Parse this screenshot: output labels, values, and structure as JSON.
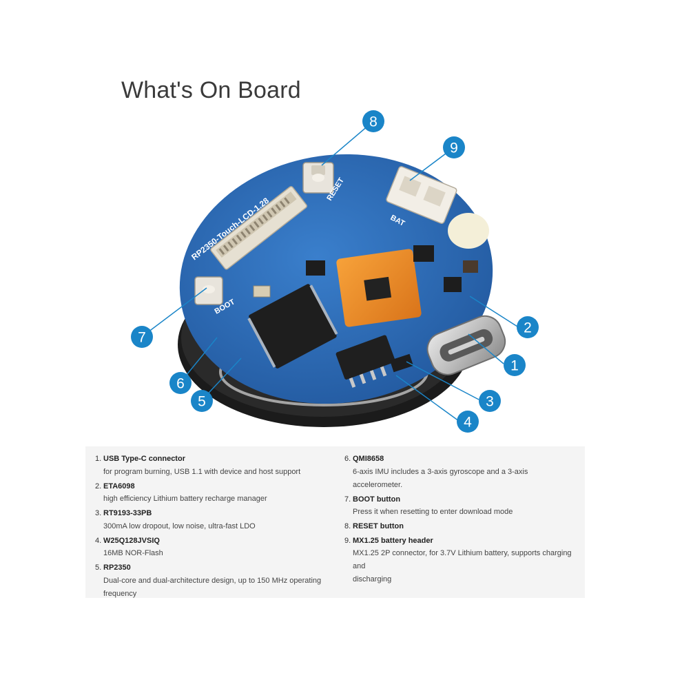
{
  "page": {
    "title": "What's On Board"
  },
  "board": {
    "silkscreen_name": "RP2350-Touch-LCD-1.28",
    "label_reset": "RESET",
    "label_bat": "BAT",
    "label_boot": "BOOT",
    "callout_color": "#1a85c8",
    "pcb_color": "#2f6cb5"
  },
  "callouts": [
    "1",
    "2",
    "3",
    "4",
    "5",
    "6",
    "7",
    "8",
    "9"
  ],
  "legend": {
    "left": [
      {
        "num": "1.",
        "title": "USB Type-C connector",
        "desc": [
          "for program burning, USB 1.1 with device and host support"
        ]
      },
      {
        "num": "2.",
        "title": "ETA6098",
        "desc": [
          "high efficiency Lithium battery recharge manager"
        ]
      },
      {
        "num": "3.",
        "title": "RT9193-33PB",
        "desc": [
          "300mA low dropout, low noise, ultra-fast LDO"
        ]
      },
      {
        "num": "4.",
        "title": "W25Q128JVSIQ",
        "desc": [
          "16MB NOR-Flash"
        ]
      },
      {
        "num": "5.",
        "title": "RP2350",
        "desc": [
          "Dual-core and dual-architecture design, up to 150 MHz operating",
          "frequency"
        ]
      }
    ],
    "right": [
      {
        "num": "6.",
        "title": "QMI8658",
        "desc": [
          "6-axis IMU includes a 3-axis gyroscope and a 3-axis accelerometer."
        ]
      },
      {
        "num": "7.",
        "title": "BOOT button",
        "desc": [
          "Press it when resetting to enter download mode"
        ]
      },
      {
        "num": "8.",
        "title": "RESET button",
        "desc": []
      },
      {
        "num": "9.",
        "title": "MX1.25 battery header",
        "desc": [
          "MX1.25 2P connector, for 3.7V Lithium battery, supports charging and",
          "discharging"
        ]
      }
    ]
  }
}
